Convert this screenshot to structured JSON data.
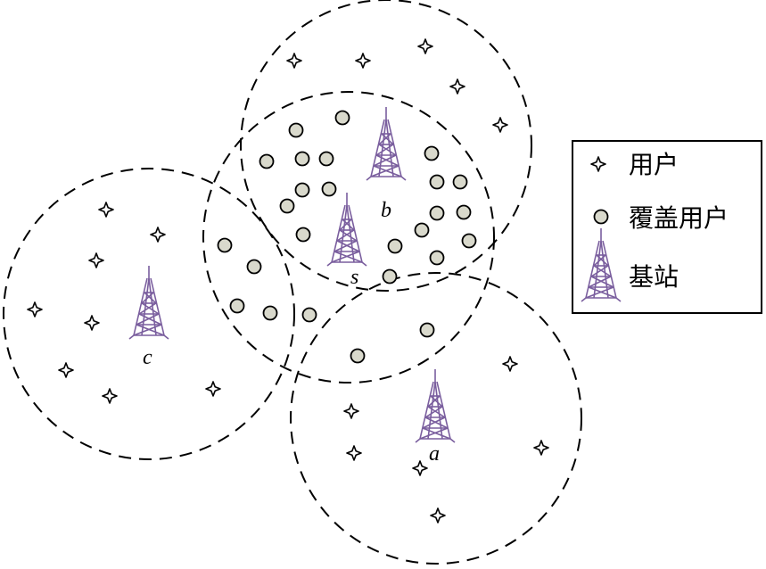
{
  "stations": {
    "a": {
      "label": "a"
    },
    "b": {
      "label": "b"
    },
    "c": {
      "label": "c"
    },
    "s": {
      "label": "s"
    }
  },
  "legend": {
    "user": {
      "label": "用户",
      "icon": "user-star-icon"
    },
    "covered_user": {
      "label": "覆盖用户",
      "icon": "covered-user-circle-icon"
    },
    "base_station": {
      "label": "基站",
      "icon": "tower-icon"
    }
  },
  "colors": {
    "tower": "#7a5e9e",
    "covered_fill": "#d9d9cc",
    "stroke": "#000000"
  }
}
